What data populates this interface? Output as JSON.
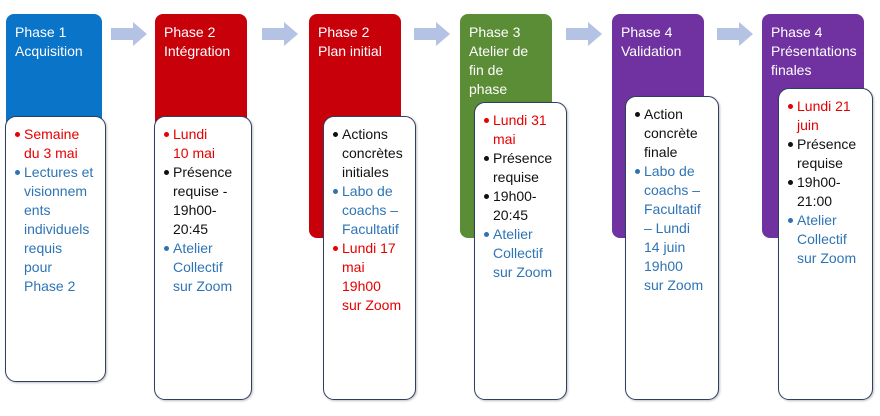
{
  "colors": {
    "blue": "#0a74c8",
    "red": "#c8000a",
    "green": "#5b8c36",
    "purple": "#7032a0",
    "arrow": "#b4c3e3",
    "text_red": "#e60000",
    "text_blue": "#2e74b5",
    "text_dark": "#111111"
  },
  "icons": {
    "arrow": "right-arrow-icon"
  },
  "phases": [
    {
      "title": "Phase 1\nAcquisition",
      "color": "blue",
      "items": [
        {
          "text": "Semaine\ndu 3 mai",
          "color": "text_red"
        },
        {
          "text": "Lectures et\nvisionnem\nents\nindividuels\nrequis\npour\nPhase 2",
          "color": "text_blue"
        }
      ]
    },
    {
      "title": "Phase 2\nIntégration",
      "color": "red",
      "items": [
        {
          "text": "Lundi\n10 mai",
          "color": "text_red"
        },
        {
          "text": "Présence\nrequise -\n19h00-\n20:45",
          "color": "text_dark"
        },
        {
          "text": "Atelier\nCollectif\nsur Zoom",
          "color": "text_blue"
        }
      ]
    },
    {
      "title": "Phase 2\nPlan initial",
      "color": "red",
      "items": [
        {
          "text": "Actions\nconcrètes\ninitiales",
          "color": "text_dark"
        },
        {
          "text": "Labo de\ncoachs –\nFacultatif",
          "color": "text_blue"
        },
        {
          "text": "Lundi 17\nmai\n19h00\nsur Zoom",
          "color": "text_red"
        }
      ]
    },
    {
      "title": "Phase 3\nAtelier de\nfin de phase",
      "color": "green",
      "items": [
        {
          "text": "Lundi 31\nmai",
          "color": "text_red"
        },
        {
          "text": "Présence\nrequise",
          "color": "text_dark"
        },
        {
          "text": " 19h00-\n20:45",
          "color": "text_dark"
        },
        {
          "text": "Atelier\nCollectif\nsur Zoom",
          "color": "text_blue"
        }
      ]
    },
    {
      "title": "Phase 4\nValidation",
      "color": "purple",
      "items": [
        {
          "text": "Action\nconcrète\nfinale",
          "color": "text_dark"
        },
        {
          "text": "Labo de\ncoachs –\nFacultatif\n– Lundi\n14 juin\n19h00\nsur Zoom",
          "color": "text_blue"
        }
      ]
    },
    {
      "title": "Phase 4\nPrésentations\nfinales",
      "color": "purple",
      "items": [
        {
          "text": "Lundi 21\njuin",
          "color": "text_red"
        },
        {
          "text": "Présence\nrequise",
          "color": "text_dark"
        },
        {
          "text": "19h00-\n21:00",
          "color": "text_dark"
        },
        {
          "text": "Atelier\nCollectif\nsur Zoom",
          "color": "text_blue"
        }
      ]
    }
  ]
}
